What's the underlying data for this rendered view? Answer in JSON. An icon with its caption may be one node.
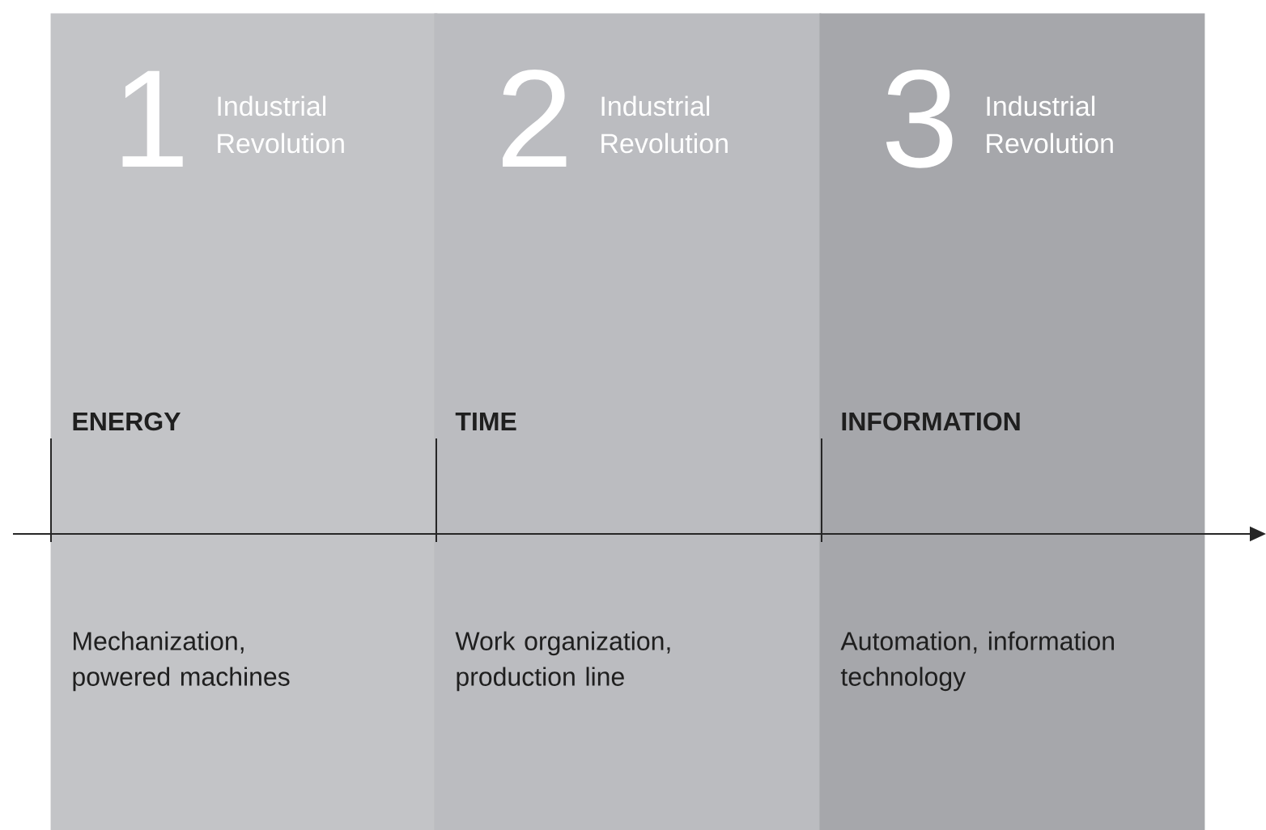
{
  "diagram": {
    "nodes": [
      {
        "text": [
          "1",
          "Industrial Revolution",
          "ENERGY",
          "Mechanization, powered machines"
        ]
      },
      {
        "text": [
          "2",
          "Industrial Revolution",
          "TIME",
          "Work organization, production line"
        ]
      },
      {
        "text": [
          "3",
          "Industrial Revolution",
          "INFORMATION",
          "Automation, information technology"
        ]
      }
    ],
    "edges": []
  }
}
